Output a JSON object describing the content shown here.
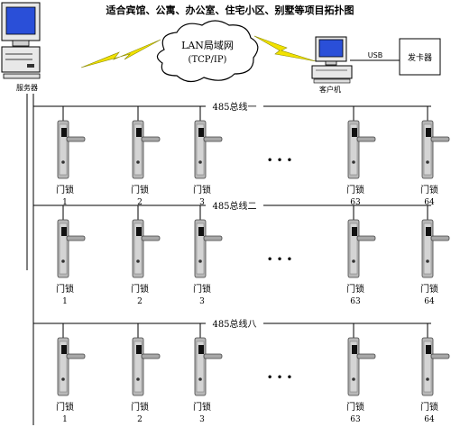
{
  "title": "适合宾馆、公寓、办公室、住宅小区、别墅等项目拓扑图",
  "server_label": "服务器",
  "client_label": "客户机",
  "lan_label_line1": "LAN局域网",
  "lan_label_line2": "(TCP/IP)",
  "usb_label": "USB",
  "card_issuer_label": "发卡器",
  "ellipsis": "• • •",
  "lock_label": "门锁",
  "buses": [
    {
      "label": "485总线一",
      "locks": [
        "1",
        "2",
        "3",
        "63",
        "64"
      ]
    },
    {
      "label": "485总线二",
      "locks": [
        "1",
        "2",
        "3",
        "63",
        "64"
      ]
    },
    {
      "label": "485总线八",
      "locks": [
        "1",
        "2",
        "3",
        "63",
        "64"
      ]
    }
  ],
  "colors": {
    "lightning": "#f2e200",
    "lightning_stroke": "#8a8a00",
    "screen": "#2a4fd8",
    "lock_body": "#b8b8b8",
    "card_slot": "#111111"
  }
}
